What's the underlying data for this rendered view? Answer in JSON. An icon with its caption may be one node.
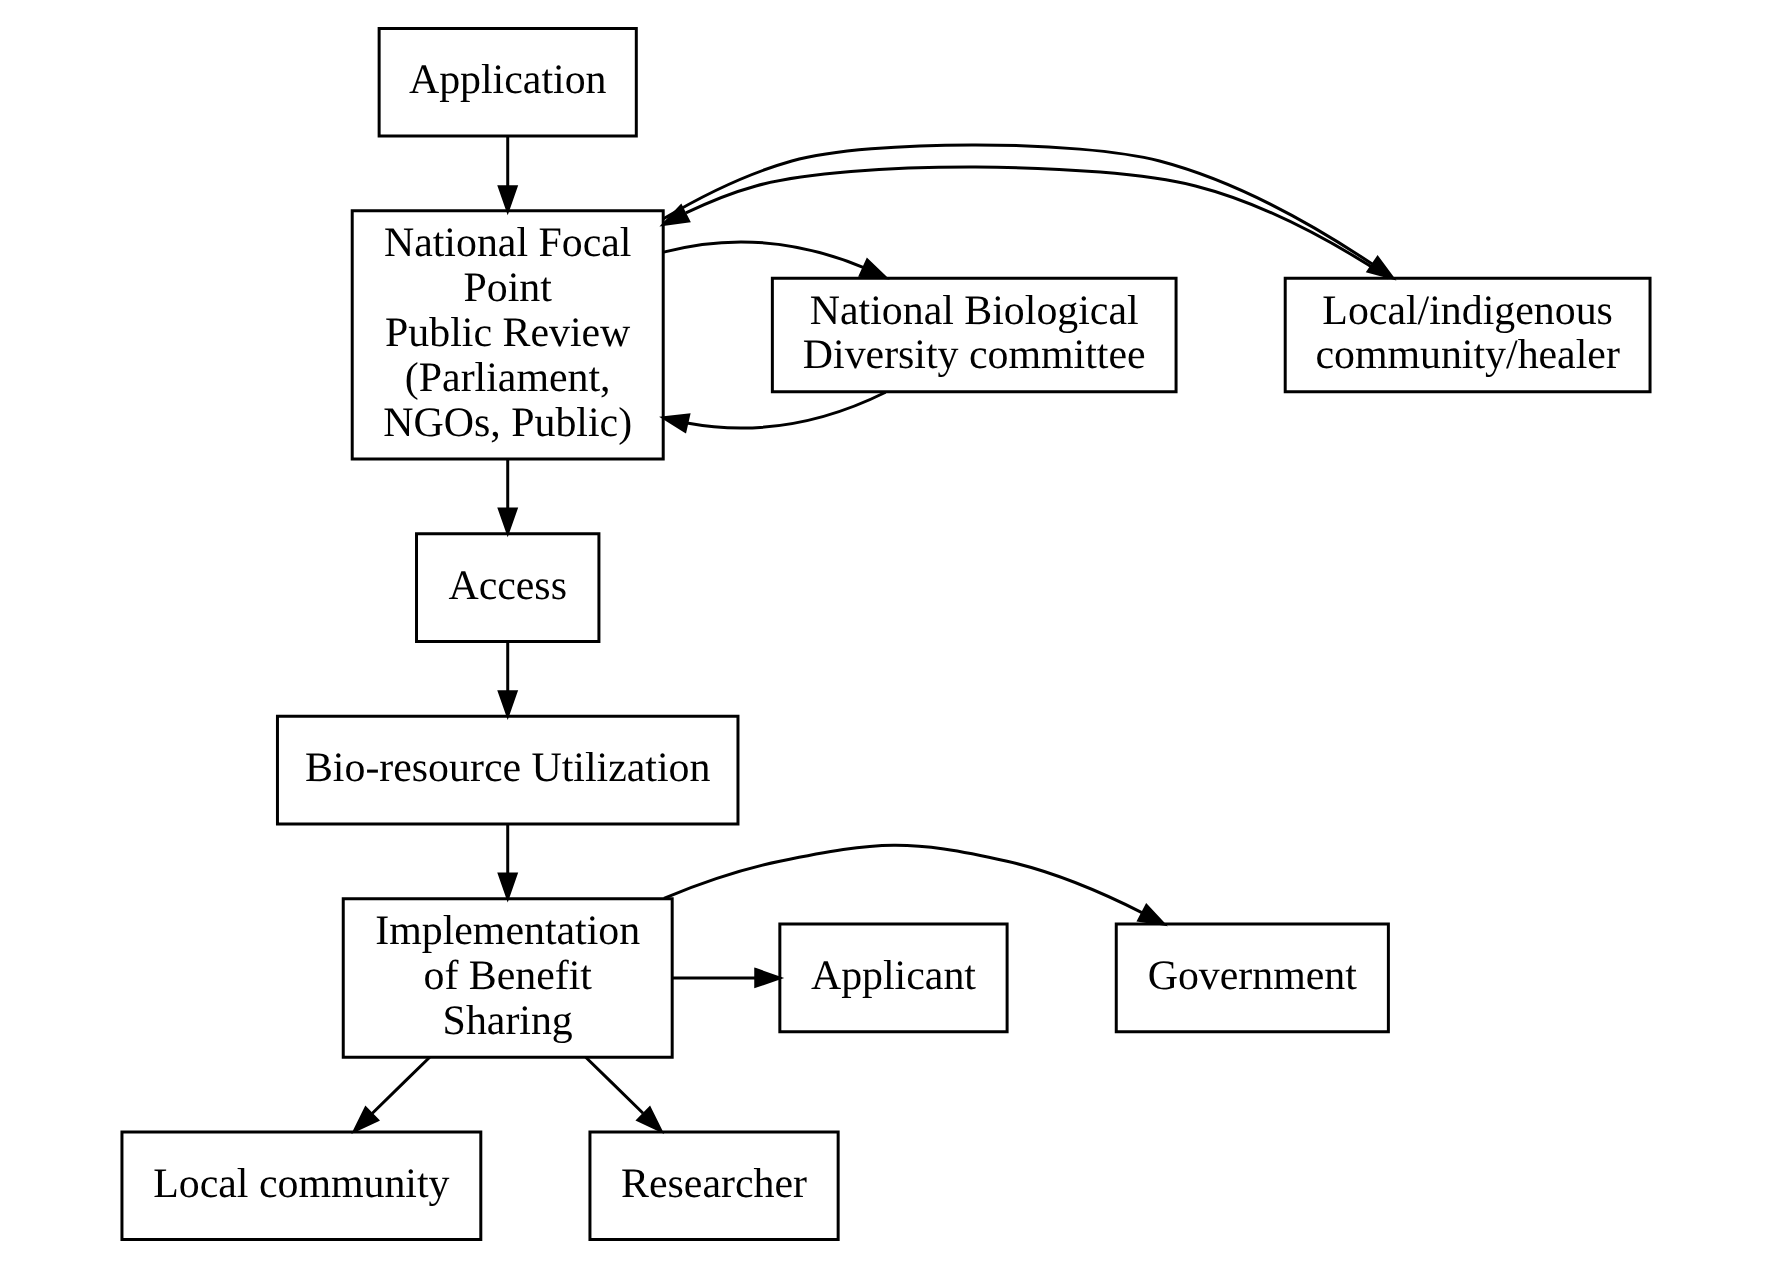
{
  "diagram": {
    "nodes": [
      {
        "text": [
          "Application"
        ]
      },
      {
        "text": [
          "National Focal Point",
          "Public Review (Parliament, NGOs, Public)"
        ]
      },
      {
        "text": [
          "Local/indigenous community/healer"
        ]
      },
      {
        "text": [
          "National Biological Diversity committee"
        ]
      },
      {
        "text": [
          "Access"
        ]
      },
      {
        "text": [
          "Bio-resource Utilization"
        ]
      },
      {
        "text": [
          "Implementation of Benefit Sharing"
        ]
      },
      {
        "text": [
          "Government"
        ]
      },
      {
        "text": [
          "Applicant"
        ]
      },
      {
        "text": [
          "Local community"
        ]
      },
      {
        "text": [
          "Researcher"
        ]
      }
    ],
    "edges": [
      {
        "from": 0,
        "to": 1,
        "arrow": "to"
      },
      {
        "from": 2,
        "to": 1,
        "arrow": "to"
      },
      {
        "from": 1,
        "to": 2,
        "arrow": "to"
      },
      {
        "from": 3,
        "to": 1,
        "arrow": "to"
      },
      {
        "from": 1,
        "to": 3,
        "arrow": "to"
      },
      {
        "from": 1,
        "to": 4,
        "arrow": "to"
      },
      {
        "from": 4,
        "to": 5,
        "arrow": "to"
      },
      {
        "from": 5,
        "to": 6,
        "arrow": "to"
      },
      {
        "from": 6,
        "to": 7,
        "arrow": "to"
      },
      {
        "from": 6,
        "to": 8,
        "arrow": "to"
      },
      {
        "from": 6,
        "to": 9,
        "arrow": "to"
      },
      {
        "from": 6,
        "to": 10,
        "arrow": "to"
      }
    ]
  }
}
